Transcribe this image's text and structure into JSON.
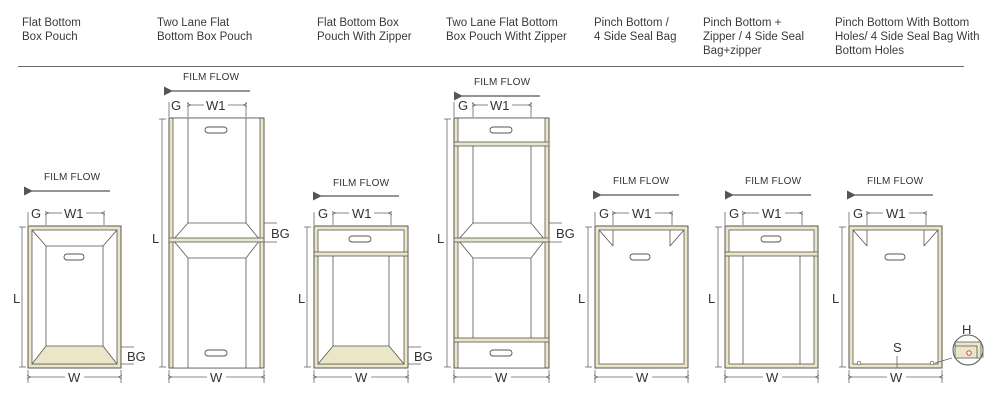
{
  "headers": [
    "Flat Bottom\nBox Pouch",
    "Two Lane Flat\nBottom Box Pouch",
    "Flat Bottom Box\nPouch With Zipper",
    "Two Lane Flat Bottom\nBox Pouch Witht Zipper",
    "Pinch Bottom /\n4 Side Seal Bag",
    "Pinch Bottom +\nZipper / 4 Side Seal\nBag+zipper",
    "Pinch Bottom With Bottom\nHoles/ 4 Side Seal Bag With\nBottom Holes"
  ],
  "labels": {
    "film_flow": "FILM FLOW",
    "g": "G",
    "w1": "W1",
    "w": "W",
    "l": "L",
    "bg": "BG",
    "s": "S",
    "h": "H"
  },
  "colors": {
    "line": "#555555",
    "seal": "#ece6c8",
    "rule": "#6a6a6a"
  }
}
